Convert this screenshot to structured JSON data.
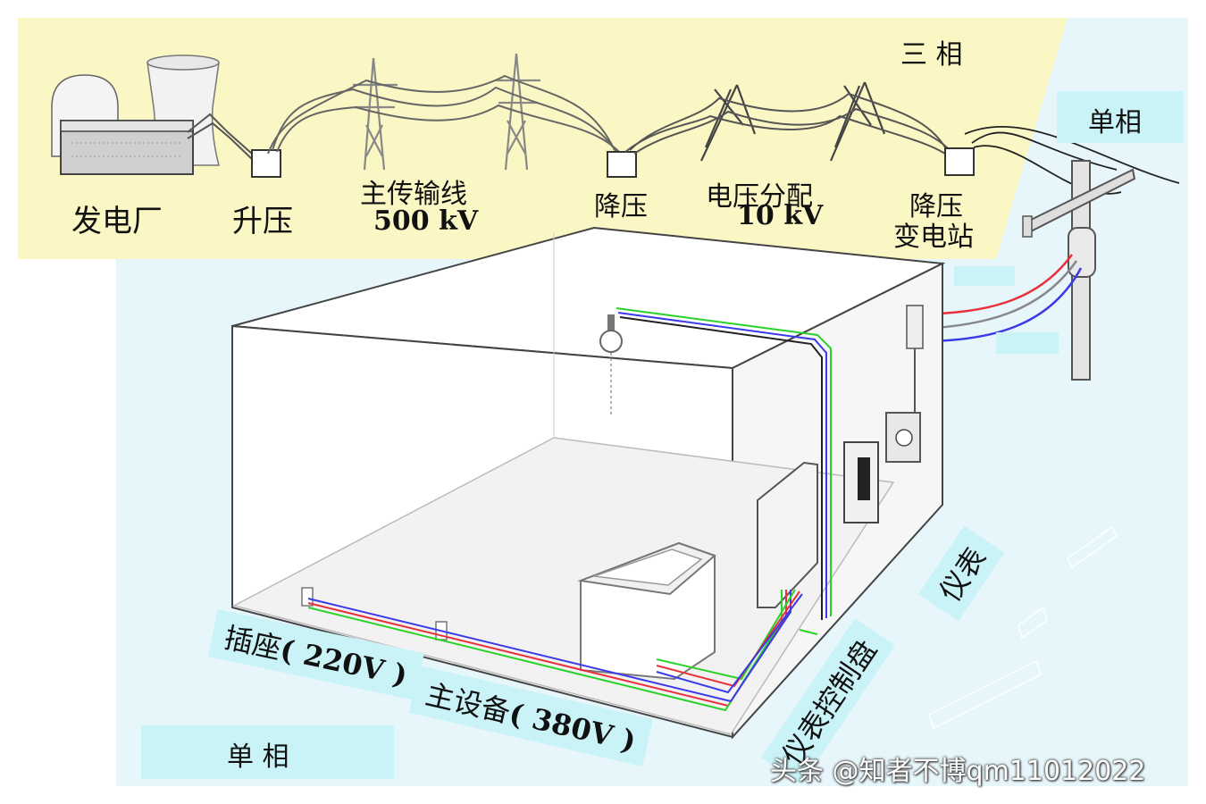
{
  "top_labels": {
    "power_plant": "发电厂",
    "step_up": "升压",
    "main_line": "主传输线",
    "main_line_voltage": "500 kV",
    "step_down": "降压",
    "distribution": "电压分配",
    "distribution_voltage": "10 kV",
    "substation_line1": "降压",
    "substation_line2": "变电站",
    "three_phase": "三 相"
  },
  "pole_labels": {
    "single_phase": "单相"
  },
  "house_labels": {
    "outlet_prefix": "插座",
    "outlet_voltage": "( 220V )",
    "equipment_prefix": "主设备",
    "equipment_voltage": "( 380V )",
    "panel": "仪表控制盘",
    "meter": "仪表",
    "single_phase_bottom": "单 相"
  },
  "watermark": "头条 @知者不博qm11012022",
  "colors": {
    "top_band": "#fbf7c4",
    "sky": "#e6f6fb",
    "label_box": "#c9f3f7",
    "wire_red": "#e8303a",
    "wire_green": "#2bd12b",
    "wire_blue": "#3a3ae8"
  }
}
